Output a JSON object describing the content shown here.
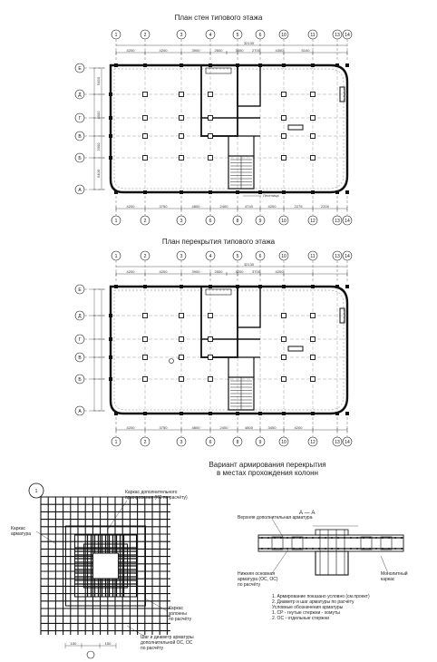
{
  "plan1": {
    "title": "План стен типового этажа",
    "top_axes": [
      "1",
      "2",
      "3",
      "4",
      "5",
      "6",
      "10",
      "11",
      "13",
      "14"
    ],
    "bottom_axes": [
      "1",
      "2",
      "3",
      "6",
      "8",
      "9",
      "10",
      "12",
      "13",
      "14"
    ],
    "left_axes": [
      "Е",
      "Д",
      "Г",
      "В",
      "Б",
      "А"
    ],
    "top_dims": [
      "4200",
      "4200",
      "3900",
      "2600",
      "3400",
      "2700",
      "4350",
      "5100"
    ],
    "overall_dim": "32130",
    "bottom_dims": [
      "4200",
      "3750",
      "4800",
      "2400",
      "4740",
      "4200",
      "2275",
      "2200"
    ],
    "label_near_core": "Лестница",
    "left_dims": [
      "5450",
      "4000",
      "2000",
      "5400"
    ]
  },
  "plan2": {
    "title": "План перекрытия типового этажа",
    "top_axes": [
      "1",
      "2",
      "3",
      "4",
      "5",
      "6",
      "10",
      "11",
      "13",
      "14"
    ],
    "bottom_axes": [
      "1",
      "2",
      "3",
      "6",
      "8",
      "9",
      "10",
      "12",
      "13",
      "14"
    ],
    "left_axes": [
      "Е",
      "Д",
      "Г",
      "В",
      "Б",
      "А"
    ],
    "top_dims": [
      "4200",
      "4200",
      "3900",
      "2600",
      "4200",
      "3700",
      "4200"
    ],
    "overall_dim": "32130",
    "bottom_dims": [
      "4200",
      "3750",
      "4800",
      "2400",
      "4800",
      "3400",
      "4200"
    ],
    "marker": "1"
  },
  "detail": {
    "title_line1": "Вариант армирования перекрытия",
    "title_line2": "в местах прохождения колонн",
    "node_label": "1",
    "notes_left": [
      "Каркас",
      "арматура"
    ],
    "notes_top": [
      "Каркас дополнительного",
      "армирования (КС по расчёту)"
    ],
    "notes_right": [
      "Каркас",
      "колонны",
      "по расчёту"
    ],
    "notes_bottom": [
      "Шаг и диаметр арматуры",
      "дополнительной ОС, ОС",
      "по расчёту"
    ],
    "bottom_dims": [
      "150",
      "150"
    ]
  },
  "section": {
    "title": "А — А",
    "label_top": "Верхняя дополнительная арматура",
    "label_bottom_left": [
      "Нижняя основная",
      "арматура (ОС, ОС)",
      "по расчёту"
    ],
    "label_bottom_right": [
      "Монолитный",
      "каркас"
    ],
    "notes": [
      "1. Армирование показано условно (см.проект)",
      "2. Диаметр и шаг арматуры по расчёту",
      "Условные обозначения арматуры",
      "1. СР - гнутые стержни - хомуты",
      "2. ОС - отдельные стержни"
    ]
  }
}
